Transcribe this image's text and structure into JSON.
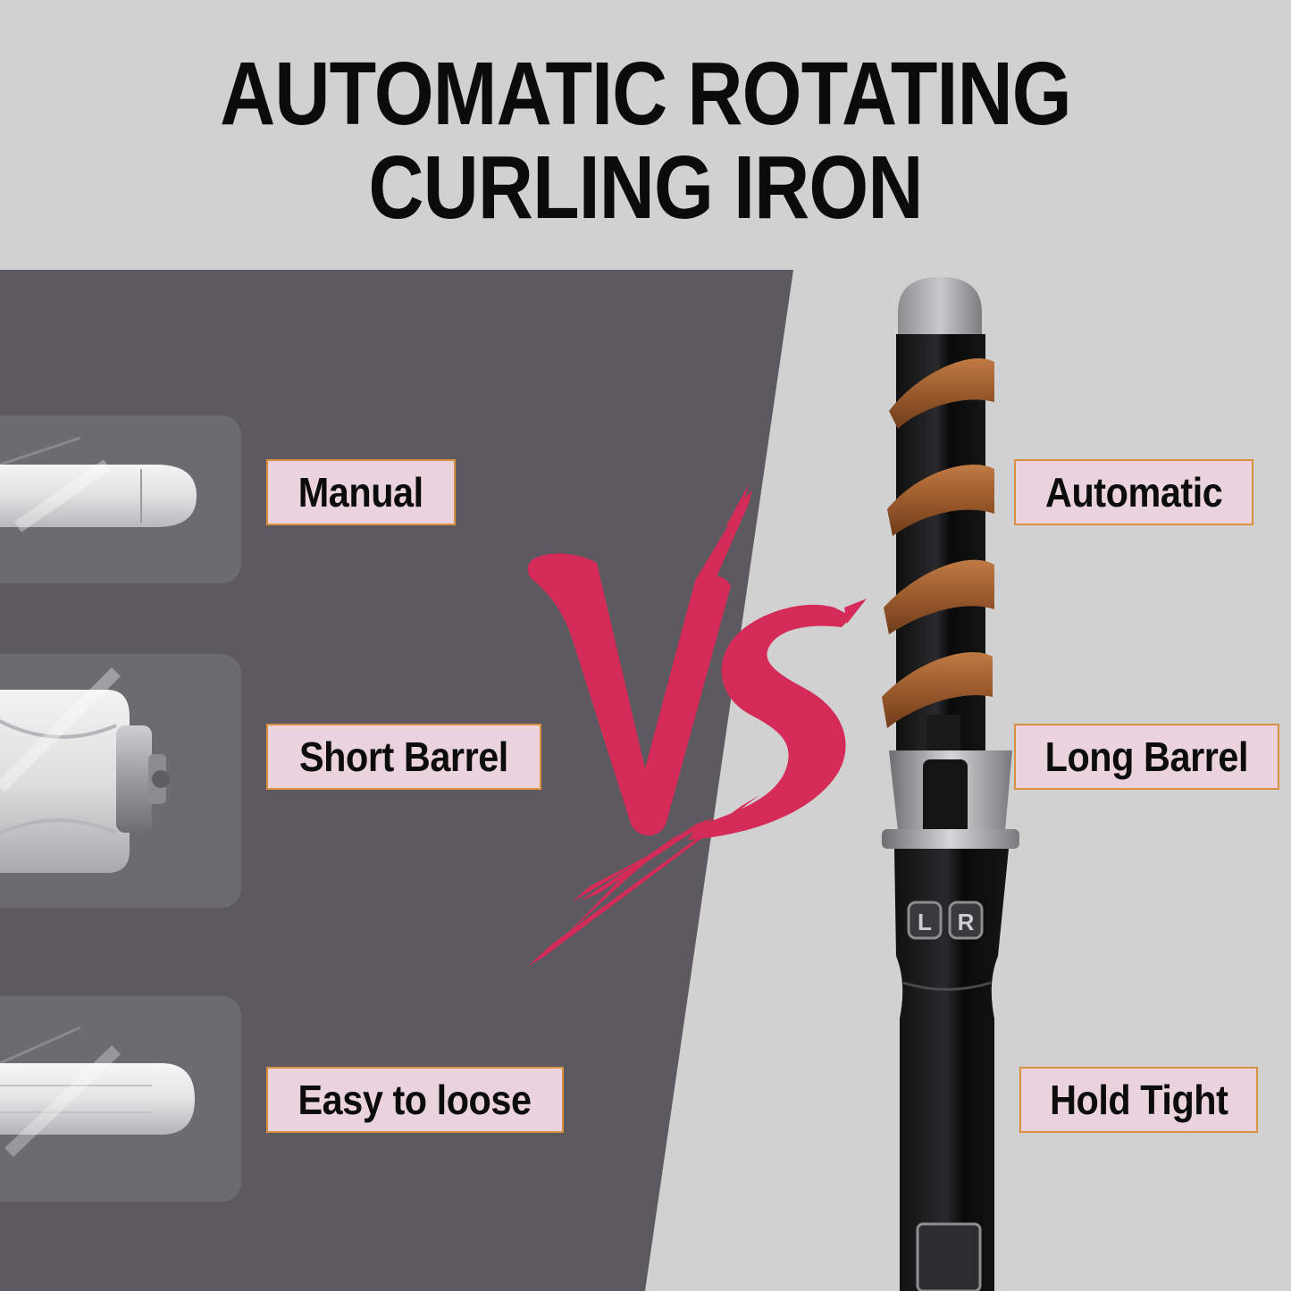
{
  "title": {
    "line1": "AUTOMATIC ROTATING",
    "line2": "CURLING IRON"
  },
  "left_features": [
    {
      "label": "Manual"
    },
    {
      "label": "Short Barrel"
    },
    {
      "label": "Easy to loose"
    }
  ],
  "right_features": [
    {
      "label": "Automatic"
    },
    {
      "label": "Long Barrel"
    },
    {
      "label": "Hold Tight"
    }
  ],
  "colors": {
    "background_light": "#d1d1d2",
    "background_dark": "#5c5a60",
    "vs_accent": "#d42b58",
    "label_fill": "#ead3dc",
    "label_border": "#d9903f",
    "hair": "#a5612f"
  },
  "icons": [
    "vs-brush-mark-icon",
    "rotating-curling-iron-product",
    "manual-curling-iron-product"
  ]
}
